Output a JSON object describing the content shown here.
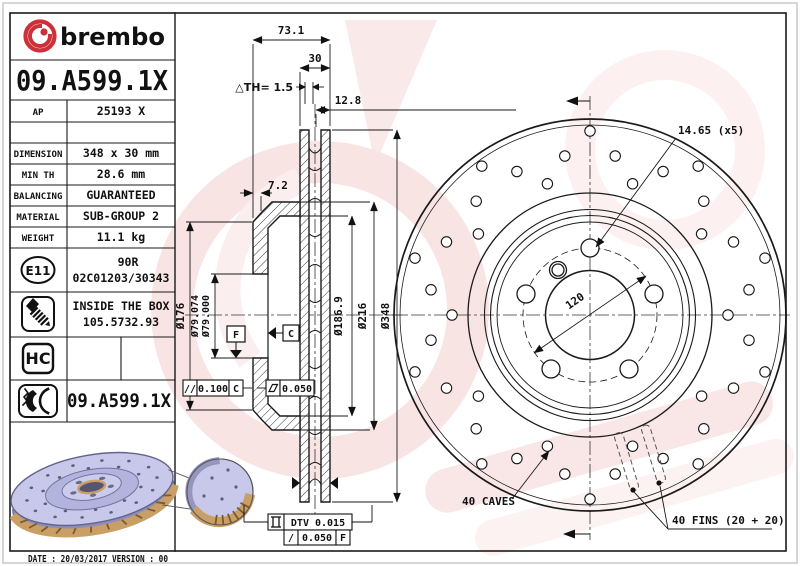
{
  "colors": {
    "brand_red": "#cf2f38",
    "line": "#1a1a1a",
    "watermark_pink": "#f6d8d8"
  },
  "header": {
    "brand": "brembo",
    "part_number": "09.A599.1X"
  },
  "table": {
    "rows": [
      {
        "label": "AP",
        "value": "25193 X"
      },
      {
        "label": "",
        "value": ""
      },
      {
        "label": "DIMENSION",
        "value": "348 x 30 mm"
      },
      {
        "label": "MIN TH",
        "value": "28.6 mm"
      },
      {
        "label": "BALANCING",
        "value": "GUARANTEED"
      },
      {
        "label": "MATERIAL",
        "value": "SUB-GROUP 2"
      },
      {
        "label": "WEIGHT",
        "value": "11.1 kg"
      }
    ],
    "e11": {
      "badge": "E11",
      "line1": "90R",
      "line2": "02C01203/30343"
    },
    "screw": {
      "line1": "INSIDE THE BOX",
      "line2": "105.5732.93"
    },
    "hc_badge": "HC",
    "pad_part_number": "09.A599.1X"
  },
  "footer": {
    "date_line": "DATE : 20/03/2017 VERSION : 00"
  },
  "section_view": {
    "dim_overall_width": "73.1",
    "dim_band_thickness": "30",
    "dim_min_th": "△TH= 1.5",
    "dim_offset": "12.8",
    "dim_flange": "7.2",
    "dim_hat_od": "Ø176",
    "dim_bore_upper": "Ø79.074",
    "dim_bore_lower": "Ø79.000",
    "dim_hub_od": "Ø186.9",
    "dim_inner_od": "Ø216",
    "dim_disc_od": "Ø348",
    "datum_f": "F",
    "datum_c": "C",
    "tol_parallelism": {
      "symbol": "//",
      "value": "0.100",
      "datum": "C"
    },
    "tol_flatness": {
      "symbol_name": "flatness",
      "value": "0.050"
    },
    "tol_dtv": "DTV 0.015",
    "tol_runout": {
      "symbol": "/",
      "value": "0.050",
      "datum": "F"
    }
  },
  "face_view": {
    "dim_bolt_hole": "14.65 (x5)",
    "dim_pcd": "120",
    "label_caves": "40 CAVES",
    "label_fins": "40 FINS (20 + 20)"
  }
}
